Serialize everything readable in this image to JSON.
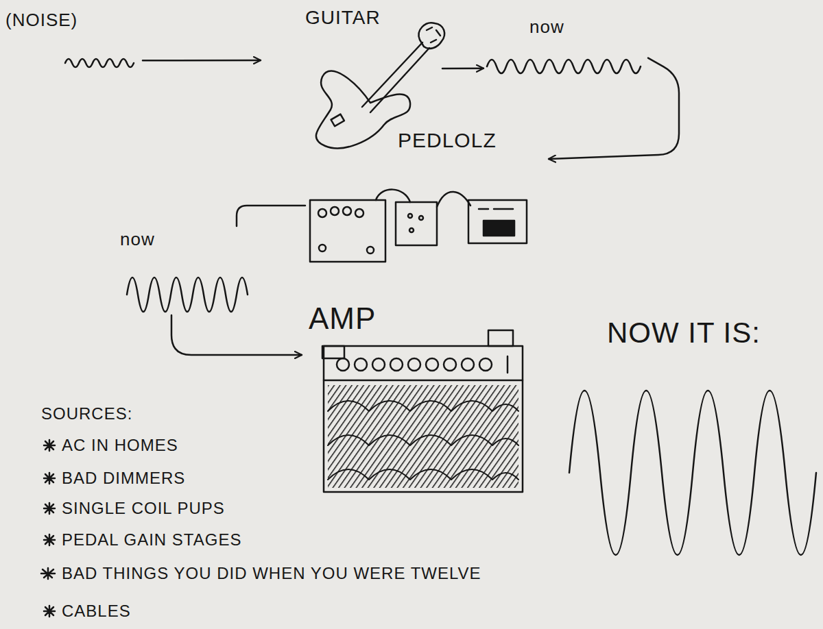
{
  "diagram": {
    "nodes": [
      {
        "text": [
          "(NOISE)"
        ]
      },
      {
        "text": [
          "GUITAR"
        ]
      },
      {
        "text": [
          "now"
        ]
      },
      {
        "text": [
          "PEDLOLZ"
        ]
      },
      {
        "text": [
          "now"
        ]
      },
      {
        "text": [
          "AMP"
        ]
      }
    ],
    "edges": [
      {
        "from": 0,
        "to": 1,
        "arrow": "to"
      },
      {
        "from": 1,
        "to": 2,
        "arrow": "to"
      },
      {
        "from": 2,
        "to": 3,
        "arrow": "to"
      },
      {
        "from": 3,
        "to": 4,
        "arrow": "none"
      },
      {
        "from": 4,
        "to": 5,
        "arrow": "to"
      }
    ],
    "labels": [
      "NOW IT IS:",
      "SOURCES:",
      "AC IN HOMES",
      "BAD DIMMERS",
      "SINGLE COIL PUPS",
      "PEDAL GAIN STAGES",
      "BAD THINGS YOU DID WHEN YOU WERE TWELVE",
      "CABLES"
    ]
  }
}
